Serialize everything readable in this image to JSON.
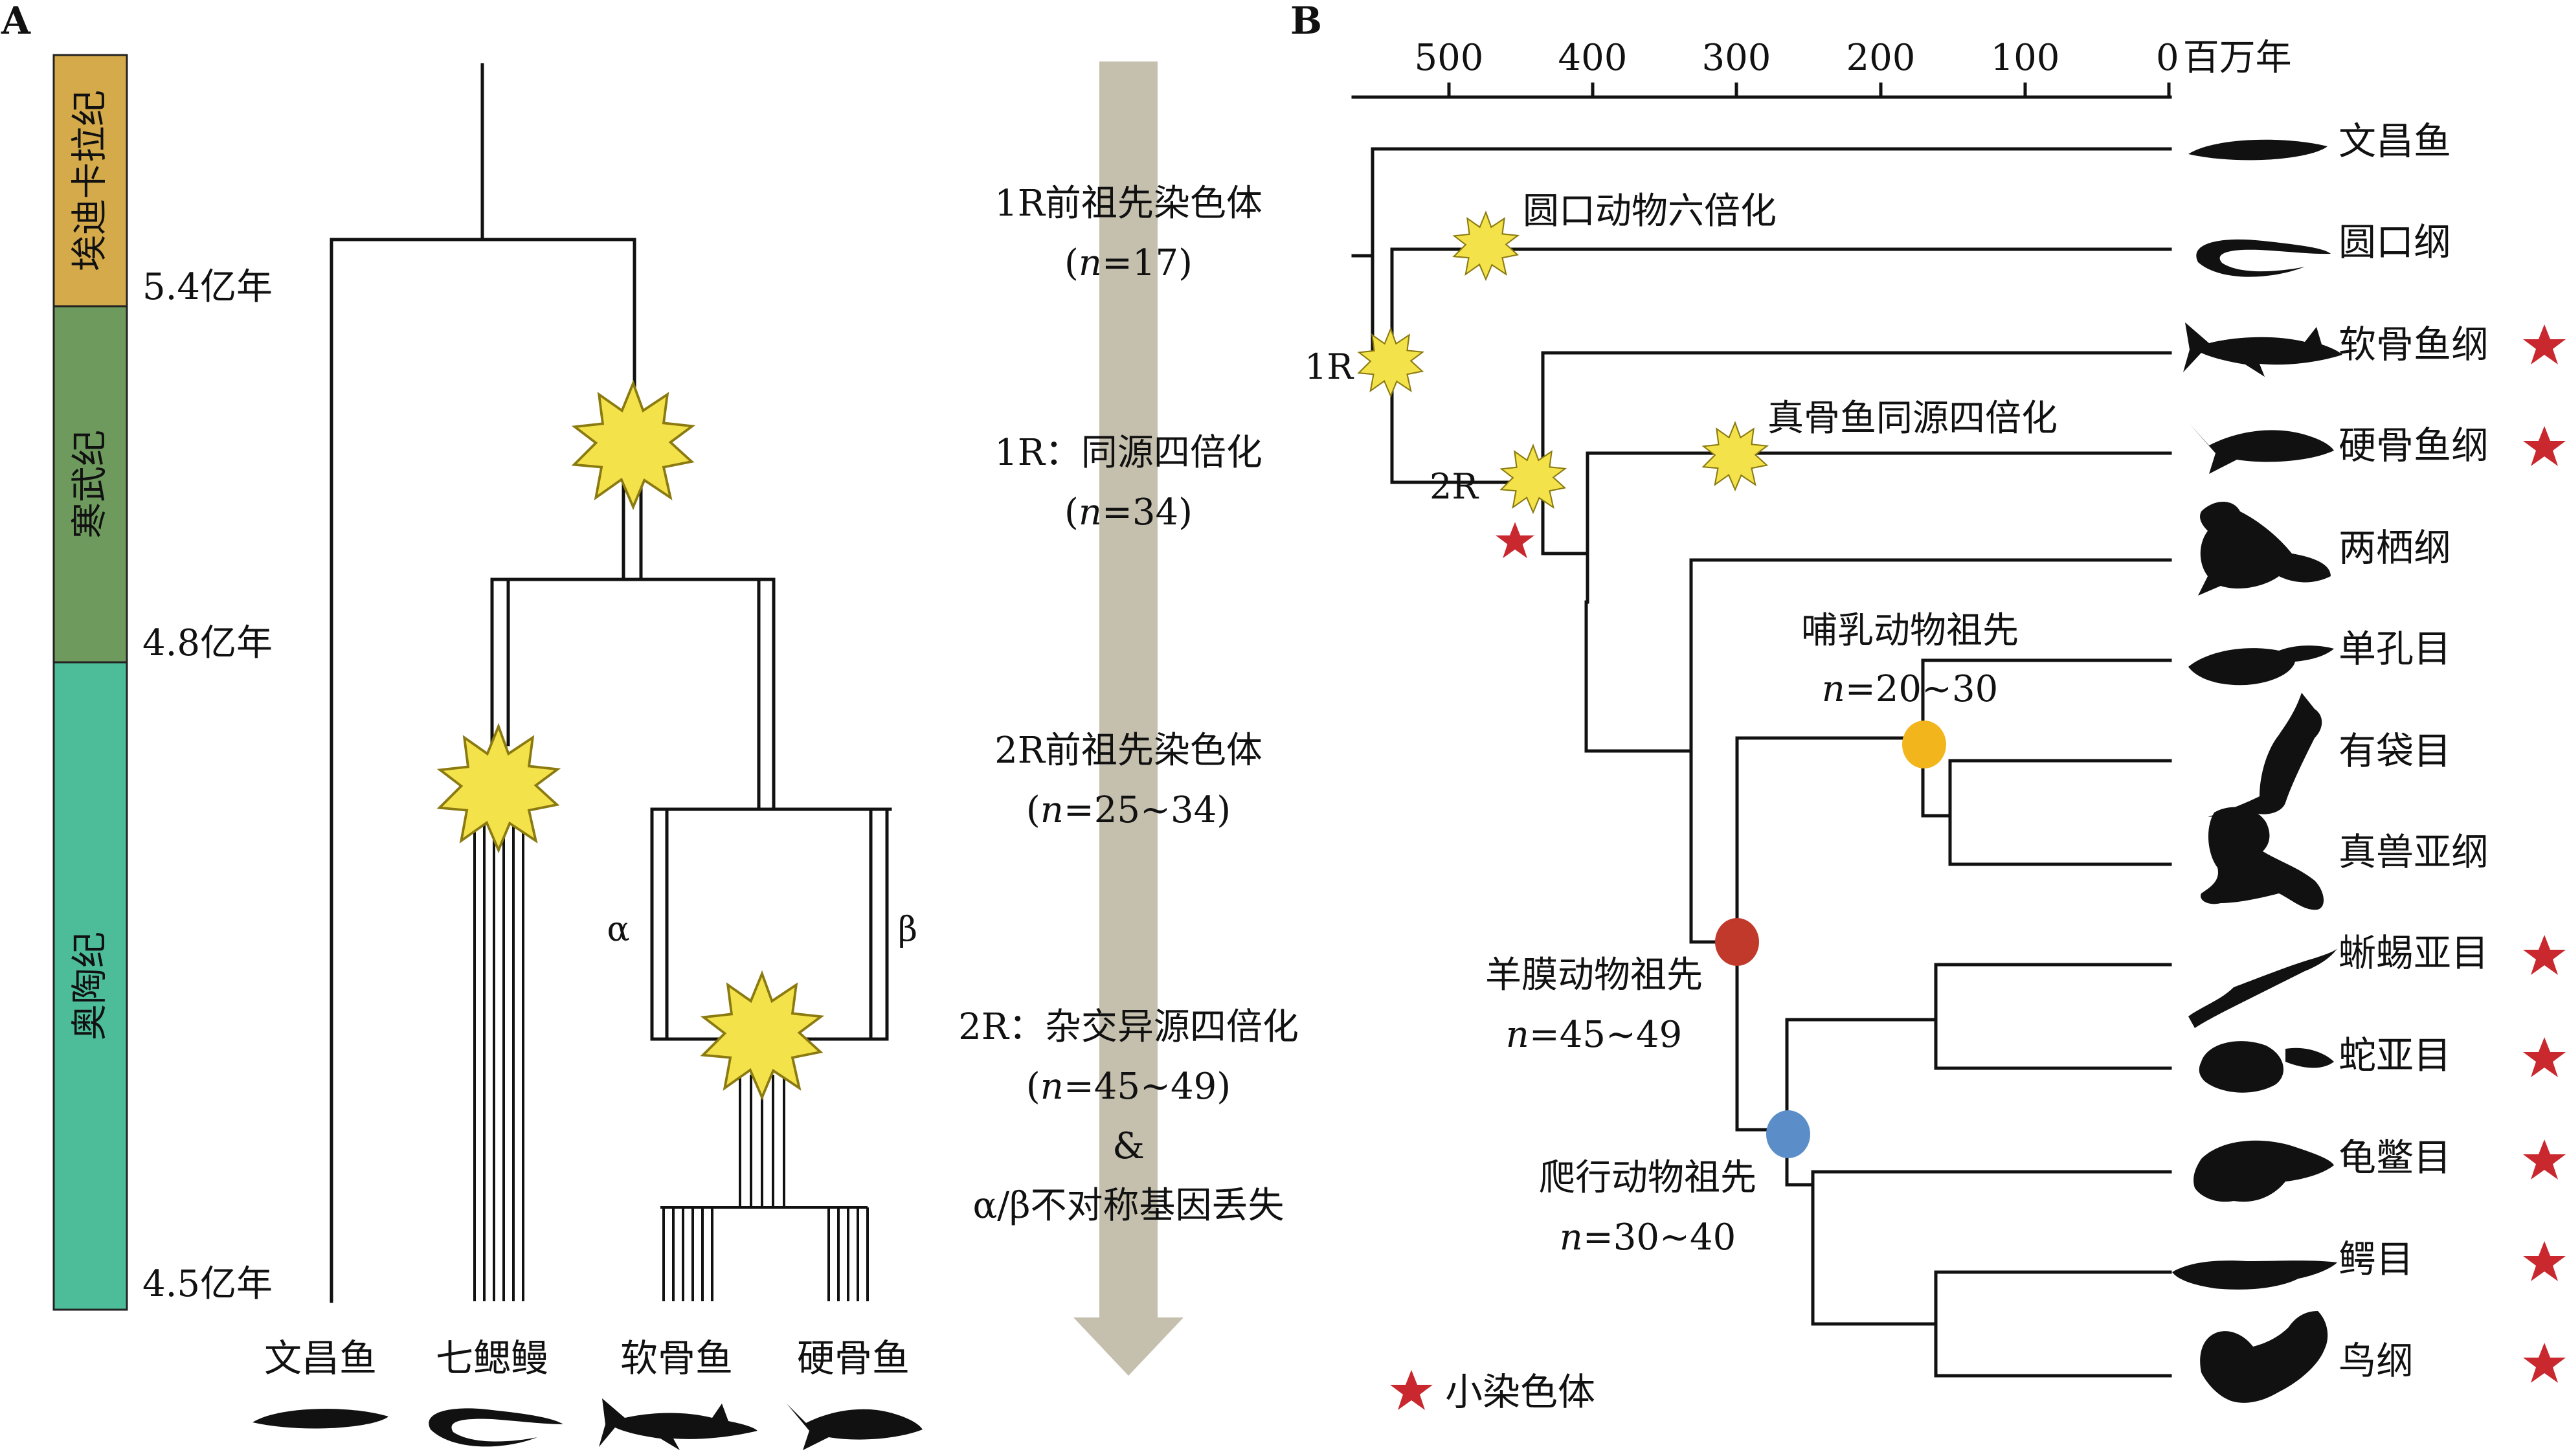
{
  "panel_a": {
    "letter": "A",
    "periods": [
      {
        "name": "埃迪卡拉纪",
        "color": "#d4aa4a"
      },
      {
        "name": "寒武纪",
        "color": "#6e9b5d"
      },
      {
        "name": "奥陶纪",
        "color": "#4dbc98"
      }
    ],
    "time_labels": [
      "5.4亿年",
      "4.8亿年",
      "4.5亿年"
    ],
    "events": [
      {
        "line1": "1R前祖先染色体",
        "line2_pre": "(",
        "n_label": "n",
        "line2_post": "=17)"
      },
      {
        "line1": "1R：同源四倍化",
        "line2_pre": "(",
        "n_label": "n",
        "line2_post": "=34)"
      },
      {
        "line1": "2R前祖先染色体",
        "line2_pre": "(",
        "n_label": "n",
        "line2_post": "=25~34)"
      },
      {
        "line1": "2R：杂交异源四倍化",
        "line2_pre": "(",
        "n_label": "n",
        "line2_post": "=45~49)",
        "line3": "&",
        "line4": "α/β不对称基因丢失"
      }
    ],
    "alpha": "α",
    "beta": "β",
    "taxa": [
      "文昌鱼",
      "七鳃鳗",
      "软骨鱼",
      "硬骨鱼"
    ],
    "arrow_color": "#c5bfae"
  },
  "panel_b": {
    "letter": "B",
    "axis": {
      "ticks": [
        500,
        400,
        300,
        200,
        100,
        0
      ],
      "unit": "百万年"
    },
    "taxa": [
      {
        "name": "文昌鱼",
        "silhouette": "lancelet-silhouette",
        "star": false
      },
      {
        "name": "圆口纲",
        "silhouette": "lamprey-silhouette",
        "star": false
      },
      {
        "name": "软骨鱼纲",
        "silhouette": "shark-silhouette",
        "star": true
      },
      {
        "name": "硬骨鱼纲",
        "silhouette": "bony-fish-silhouette",
        "star": true
      },
      {
        "name": "两栖纲",
        "silhouette": "frog-silhouette",
        "star": false
      },
      {
        "name": "单孔目",
        "silhouette": "platypus-silhouette",
        "star": false
      },
      {
        "name": "有袋目",
        "silhouette": "kangaroo-silhouette",
        "star": false
      },
      {
        "name": "真兽亚纲",
        "silhouette": "baby-silhouette",
        "star": false
      },
      {
        "name": "蜥蜴亚目",
        "silhouette": "lizard-silhouette",
        "star": true
      },
      {
        "name": "蛇亚目",
        "silhouette": "snake-silhouette",
        "star": true
      },
      {
        "name": "龟鳖目",
        "silhouette": "turtle-silhouette",
        "star": true
      },
      {
        "name": "鳄目",
        "silhouette": "crocodile-silhouette",
        "star": true
      },
      {
        "name": "鸟纲",
        "silhouette": "rooster-silhouette",
        "star": true
      }
    ],
    "wgd_labels": {
      "r1": "1R",
      "r2": "2R",
      "cyclostome": "圆口动物六倍化",
      "teleost": "真骨鱼同源四倍化"
    },
    "ancestors": [
      {
        "name": "哺乳动物祖先",
        "n_label": "n",
        "n_value": "=20~30",
        "color": "#f2b51c"
      },
      {
        "name": "羊膜动物祖先",
        "n_label": "n",
        "n_value": "=45~49",
        "color": "#c0392b"
      },
      {
        "name": "爬行动物祖先",
        "n_label": "n",
        "n_value": "=30~40",
        "color": "#5b8ec9"
      }
    ],
    "legend": {
      "label": "小染色体",
      "icon": "red-star-icon",
      "color": "#c8282e"
    },
    "burst_color": "#f4e24a"
  }
}
